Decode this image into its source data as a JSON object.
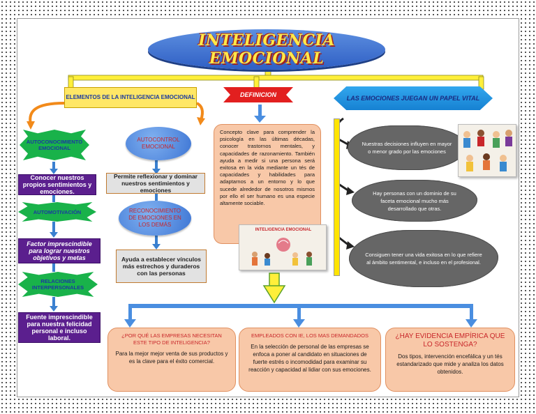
{
  "title": "INTELIGENCIA EMOCIONAL",
  "headers": {
    "elementos": "ELEMENTOS DE LA INTELIGENCIA EMOCIONAL",
    "definicion": "DEFINICION",
    "emociones": "LAS EMOCIONES JUEGAN UN PAPEL VITAL"
  },
  "left_column": {
    "stars": [
      "AUTOCONOCIMIENTO EMOCIONAL",
      "AUTOMOTIVACIÓN",
      "RELACIONES INTERPERSONALES"
    ],
    "purple_boxes": [
      "Conocer nuestros propios sentimientos y emociones.",
      "Factor imprescindible para lograr nuestros objetivos y metas",
      "Fuente imprescindible para nuestra felicidad personal e incluso laboral."
    ]
  },
  "middle_left": {
    "ellipses": [
      "AUTOCONTROL EMOCIONAL",
      "RECONOCIMIENTO DE EMOCIONES EN LOS DEMÁS"
    ],
    "gray_boxes": [
      "Permite reflexionar y dominar nuestros sentimientos y emociones",
      "Ayuda a establecer vínculos más estrechos y duraderos con las personas"
    ]
  },
  "definition_text": "Concepto clave para comprender la psicología en las últimas décadas, conocer trastornos mentales, y capacidades de razonamiento. También ayuda a medir si una persona será exitosa en la vida mediante un tés de capacidades y habilidades para adaptarnos a un entorno y lo que sucede alrededor de nosotros mismos por ello el ser humano es una especie altamente sociable.",
  "photo_caption": "INTELIGENCIA EMOCIONAL",
  "clouds": [
    "Nuestras decisiones influyen en mayor o menor grado por las emociones",
    "Hay personas con un dominio de su faceta emocional mucho más desarrollado que otras.",
    "Consiguen tener una vida exitosa en lo que refiere al ámbito sentimental, e incluso en el profesional."
  ],
  "bottom": [
    {
      "title": "¿POR QUÉ LAS EMPRESAS NECESITAN ESTE TIPO DE INTELIGENCIA?",
      "body": "Para la mejor mejor venta de sus productos y es la clave para el éxito comercial."
    },
    {
      "title": "EMPLEADOS CON IE, LOS MAS DEMANDADOS",
      "body": "En la selección de personal de las empresas se enfoca a poner al candidato en situaciones de fuerte estrés o incomodidad para examinar su reacción y capacidad al lidiar con sus emociones."
    },
    {
      "title": "¿HAY EVIDENCIA EMPÍRICA QUE LO SOSTENGA?",
      "body": "Dos tipos, intervención encefálica y un tés estandarizado que mide y analiza los datos obtenidos."
    }
  ],
  "colors": {
    "title_blue": "#3a6fd0",
    "title_text": "#ffe94a",
    "yellow_connector": "#ffef3a",
    "red_header": "#e21f1f",
    "blue_header": "#1c8ddc",
    "green_star": "#19b24a",
    "purple_box": "#5b1f8e",
    "peach_box": "#f8c8a8",
    "gray_cloud": "#666666"
  }
}
